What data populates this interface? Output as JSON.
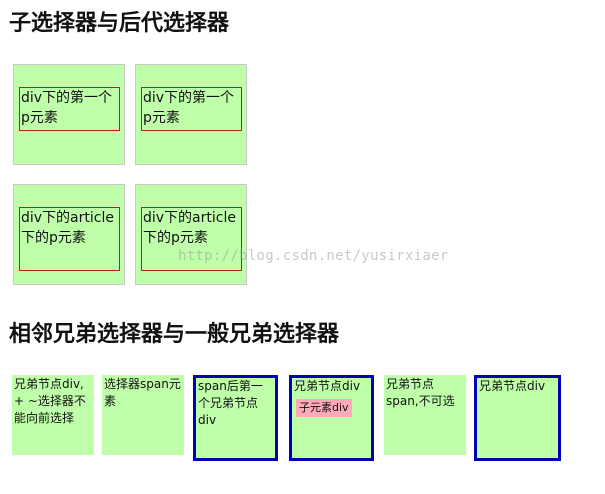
{
  "section1": {
    "title": "子选择器与后代选择器",
    "boxes": [
      {
        "label": "div下的第一个p元素"
      },
      {
        "label": "div下的第一个p元素"
      },
      {
        "label": "div下的article下的p元素"
      },
      {
        "label": "div下的article下的p元素"
      }
    ]
  },
  "section2": {
    "title": "相邻兄弟选择器与一般兄弟选择器",
    "boxes": [
      {
        "label": "兄弟节点div, + ~选择器不能向前选择",
        "selected": false
      },
      {
        "label": "选择器span元素",
        "selected": false
      },
      {
        "label": "span后第一个兄弟节点div",
        "selected": true
      },
      {
        "label": "兄弟节点div",
        "selected": true,
        "child": "子元素div"
      },
      {
        "label": "兄弟节点span,不可选",
        "selected": false
      },
      {
        "label": "兄弟节点div",
        "selected": true
      }
    ]
  },
  "watermark": "http://blog.csdn.net/yusirxiaer",
  "colors": {
    "box_green": "#c0ffaa",
    "selected_border": "#0000bb",
    "inner_border": "#b22222",
    "child_pink": "#ffaab6"
  }
}
